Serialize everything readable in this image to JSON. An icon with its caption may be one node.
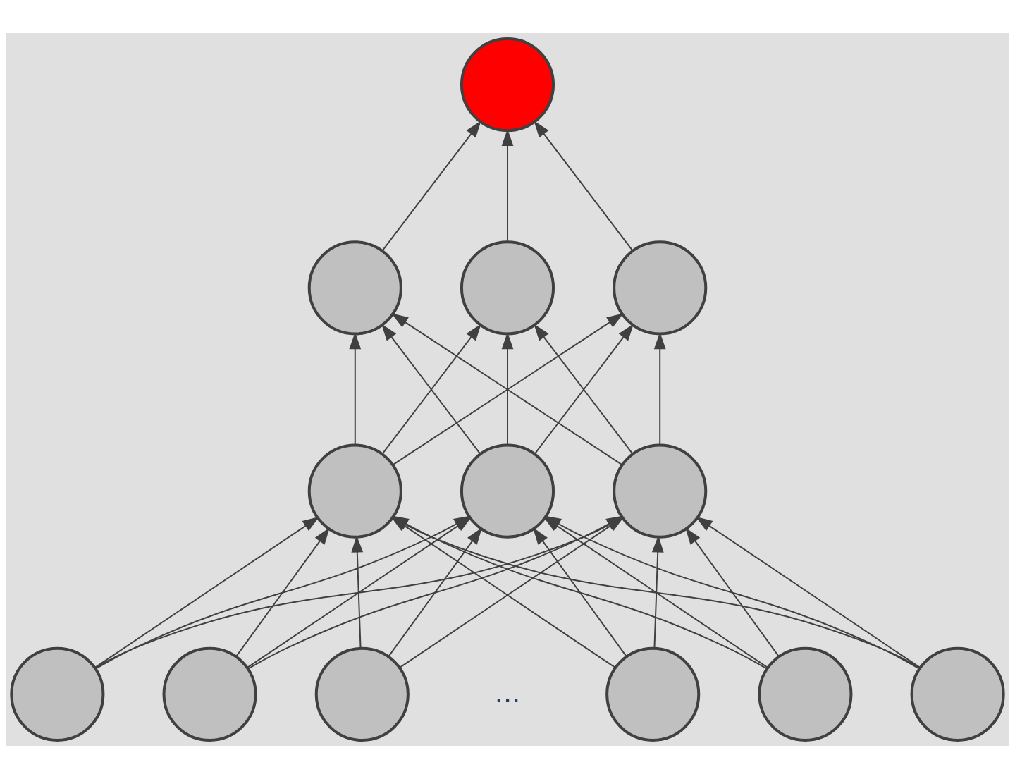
{
  "diagram": {
    "nodes": [
      {
        "text": [],
        "shape": "circle"
      },
      {
        "text": [],
        "shape": "circle"
      },
      {
        "text": [],
        "shape": "circle"
      },
      {
        "text": [],
        "shape": "circle"
      },
      {
        "text": [],
        "shape": "circle"
      },
      {
        "text": [],
        "shape": "circle"
      },
      {
        "text": [],
        "shape": "circle"
      },
      {
        "text": [],
        "shape": "circle"
      },
      {
        "text": [],
        "shape": "circle"
      },
      {
        "text": [],
        "shape": "circle"
      },
      {
        "text": [],
        "shape": "circle"
      },
      {
        "text": [],
        "shape": "circle"
      },
      {
        "text": [],
        "shape": "circle"
      }
    ],
    "edges": [
      {
        "from": 1,
        "to": 0,
        "arrow": "to"
      },
      {
        "from": 2,
        "to": 0,
        "arrow": "to"
      },
      {
        "from": 3,
        "to": 0,
        "arrow": "to"
      },
      {
        "from": 4,
        "to": 1,
        "arrow": "to"
      },
      {
        "from": 4,
        "to": 2,
        "arrow": "to"
      },
      {
        "from": 4,
        "to": 3,
        "arrow": "to"
      },
      {
        "from": 5,
        "to": 1,
        "arrow": "to"
      },
      {
        "from": 5,
        "to": 2,
        "arrow": "to"
      },
      {
        "from": 5,
        "to": 3,
        "arrow": "to"
      },
      {
        "from": 6,
        "to": 1,
        "arrow": "to"
      },
      {
        "from": 6,
        "to": 2,
        "arrow": "to"
      },
      {
        "from": 6,
        "to": 3,
        "arrow": "to"
      },
      {
        "from": 7,
        "to": 4,
        "arrow": "to"
      },
      {
        "from": 7,
        "to": 5,
        "arrow": "to"
      },
      {
        "from": 7,
        "to": 6,
        "arrow": "to"
      },
      {
        "from": 8,
        "to": 4,
        "arrow": "to"
      },
      {
        "from": 8,
        "to": 5,
        "arrow": "to"
      },
      {
        "from": 8,
        "to": 6,
        "arrow": "to"
      },
      {
        "from": 9,
        "to": 4,
        "arrow": "to"
      },
      {
        "from": 9,
        "to": 5,
        "arrow": "to"
      },
      {
        "from": 9,
        "to": 6,
        "arrow": "to"
      },
      {
        "from": 10,
        "to": 4,
        "arrow": "to"
      },
      {
        "from": 10,
        "to": 5,
        "arrow": "to"
      },
      {
        "from": 10,
        "to": 6,
        "arrow": "to"
      },
      {
        "from": 11,
        "to": 4,
        "arrow": "to"
      },
      {
        "from": 11,
        "to": 5,
        "arrow": "to"
      },
      {
        "from": 11,
        "to": 6,
        "arrow": "to"
      },
      {
        "from": 12,
        "to": 4,
        "arrow": "to"
      },
      {
        "from": 12,
        "to": 5,
        "arrow": "to"
      },
      {
        "from": 12,
        "to": 6,
        "arrow": "to"
      }
    ],
    "labels": [
      "..."
    ]
  }
}
